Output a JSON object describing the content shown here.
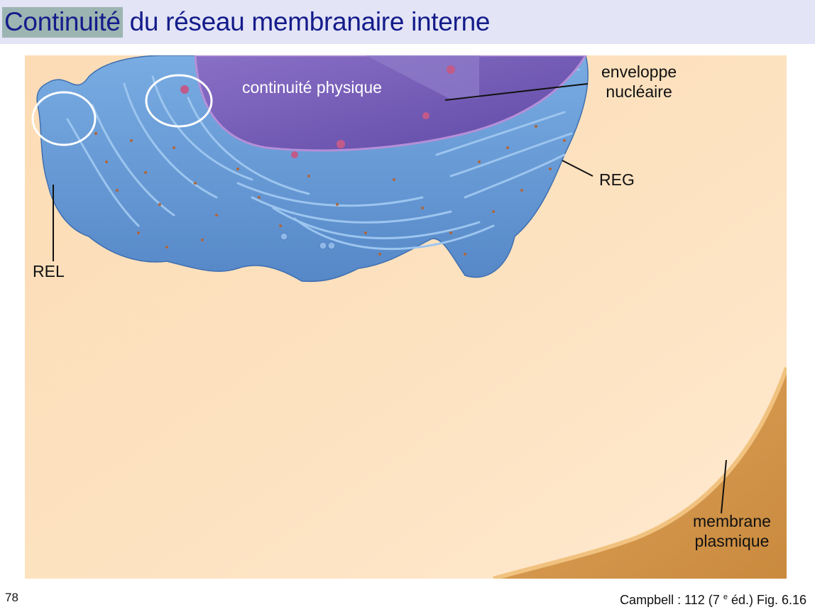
{
  "title": {
    "highlight": "Continuité",
    "rest": " du réseau membranaire interne"
  },
  "labels": {
    "continuite_physique": "continuité physique",
    "enveloppe_line1": "enveloppe",
    "enveloppe_line2": "nucléaire",
    "reg": "REG",
    "rel": "REL",
    "membrane_line1": "membrane",
    "membrane_line2": "plasmique"
  },
  "footer": {
    "page_number": "78",
    "source_prefix": "Campbell : 112 (7 ",
    "source_sup": "e",
    "source_suffix": " éd.) Fig. 6.16"
  },
  "colors": {
    "title_bar_bg": "#e3e4f6",
    "title_text": "#141c8a",
    "title_highlight": "#9db5b2",
    "cytoplasm": "#fbdcb4",
    "er_blue": "#6c9fd8",
    "nucleus_purple": "#7a63b8",
    "membrane_brown": "#d79a52"
  }
}
